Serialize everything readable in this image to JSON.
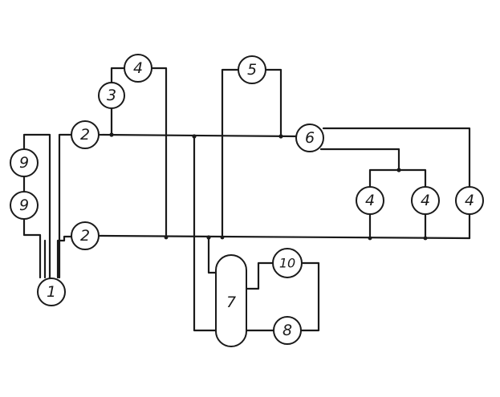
{
  "diagram": {
    "nodes": [
      {
        "id": "n1",
        "label": "1"
      },
      {
        "id": "n2a",
        "label": "2"
      },
      {
        "id": "n2b",
        "label": "2"
      },
      {
        "id": "n3",
        "label": "3"
      },
      {
        "id": "n4a",
        "label": "4"
      },
      {
        "id": "n5",
        "label": "5"
      },
      {
        "id": "n6",
        "label": "6"
      },
      {
        "id": "n4b",
        "label": "4"
      },
      {
        "id": "n4c",
        "label": "4"
      },
      {
        "id": "n4d",
        "label": "4"
      },
      {
        "id": "n7",
        "label": "7"
      },
      {
        "id": "n8",
        "label": "8"
      },
      {
        "id": "n9a",
        "label": "9"
      },
      {
        "id": "n9b",
        "label": "9"
      },
      {
        "id": "n10",
        "label": "10"
      }
    ]
  }
}
